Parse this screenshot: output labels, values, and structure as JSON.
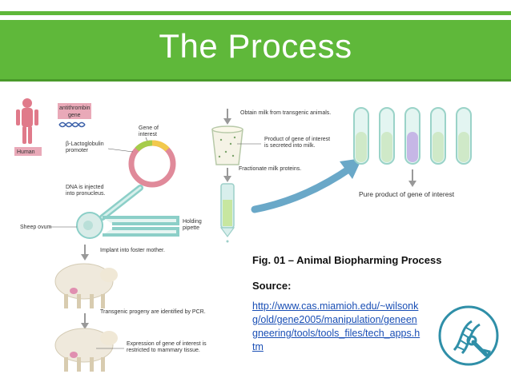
{
  "slide": {
    "title": "The Process"
  },
  "diagram": {
    "labels": {
      "antithrombin_line1": "antithrombin",
      "antithrombin_line2": "gene",
      "human": "Human",
      "gene_of_interest_line1": "Gene of",
      "gene_of_interest_line2": "interest",
      "lactoglobulin_line1": "β-Lactoglobulin",
      "lactoglobulin_line2": "promoter",
      "dna_injected_line1": "DNA is injected",
      "dna_injected_line2": "into pronucleus.",
      "sheep_ovum": "Sheep ovum",
      "holding_pipette_line1": "Holding",
      "holding_pipette_line2": "pipette",
      "implant": "Implant into foster mother.",
      "transgenic_progeny": "Transgenic progeny are identified by PCR.",
      "expression_line1": "Expression of gene of interest is",
      "expression_line2": "restricted to mammary tissue.",
      "obtain_milk": "Obtain milk from transgenic animals.",
      "product_line1": "Product of gene of interest",
      "product_line2": "is secreted into milk.",
      "fractionate": "Fractionate milk proteins.",
      "pure_product": "Pure product of gene of interest"
    }
  },
  "caption": {
    "figure": "Fig. 01 –  Animal Biopharming Process",
    "source_label": "Source:",
    "source_url": "http://www.cas.miamioh.edu/~wilsonkg/old/gene2005/manipulation/geneengneering/tools/tools_files/tech_apps.htm"
  },
  "colors": {
    "banner": "#5fb83a",
    "link": "#1a4fb5",
    "arrow": "#6aa8c8"
  },
  "icons": {
    "badge": "dna-wrench-icon"
  }
}
